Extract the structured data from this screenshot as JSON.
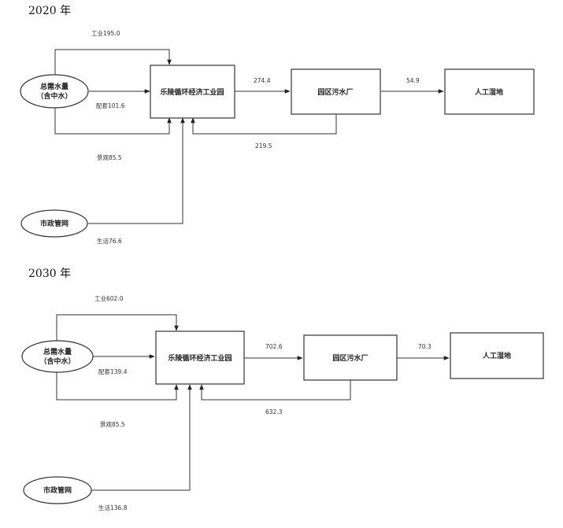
{
  "diagrams": [
    {
      "year_label": "2020 年",
      "nodes": {
        "demand_line1": "总需水量",
        "demand_line2": "（含中水）",
        "park": "乐陵循环经济工业园",
        "wwtp": "园区污水厂",
        "wetland": "人工湿地",
        "municipal": "市政管网"
      },
      "flows": {
        "industry": "工业195.0",
        "supporting": "配套101.6",
        "landscape": "景观85.5",
        "domestic": "生活76.6",
        "park_to_wwtp": "274.4",
        "wwtp_to_wetland": "54.9",
        "wwtp_return": "219.5"
      }
    },
    {
      "year_label": "2030 年",
      "nodes": {
        "demand_line1": "总需水量",
        "demand_line2": "（含中水）",
        "park": "乐陵循环经济工业园",
        "wwtp": "园区污水厂",
        "wetland": "人工湿地",
        "municipal": "市政管网"
      },
      "flows": {
        "industry": "工业602.0",
        "supporting": "配套139.4",
        "landscape": "景观85.5",
        "domestic": "生活136.8",
        "park_to_wwtp": "702.6",
        "wwtp_to_wetland": "70.3",
        "wwtp_return": "632.3"
      }
    }
  ]
}
